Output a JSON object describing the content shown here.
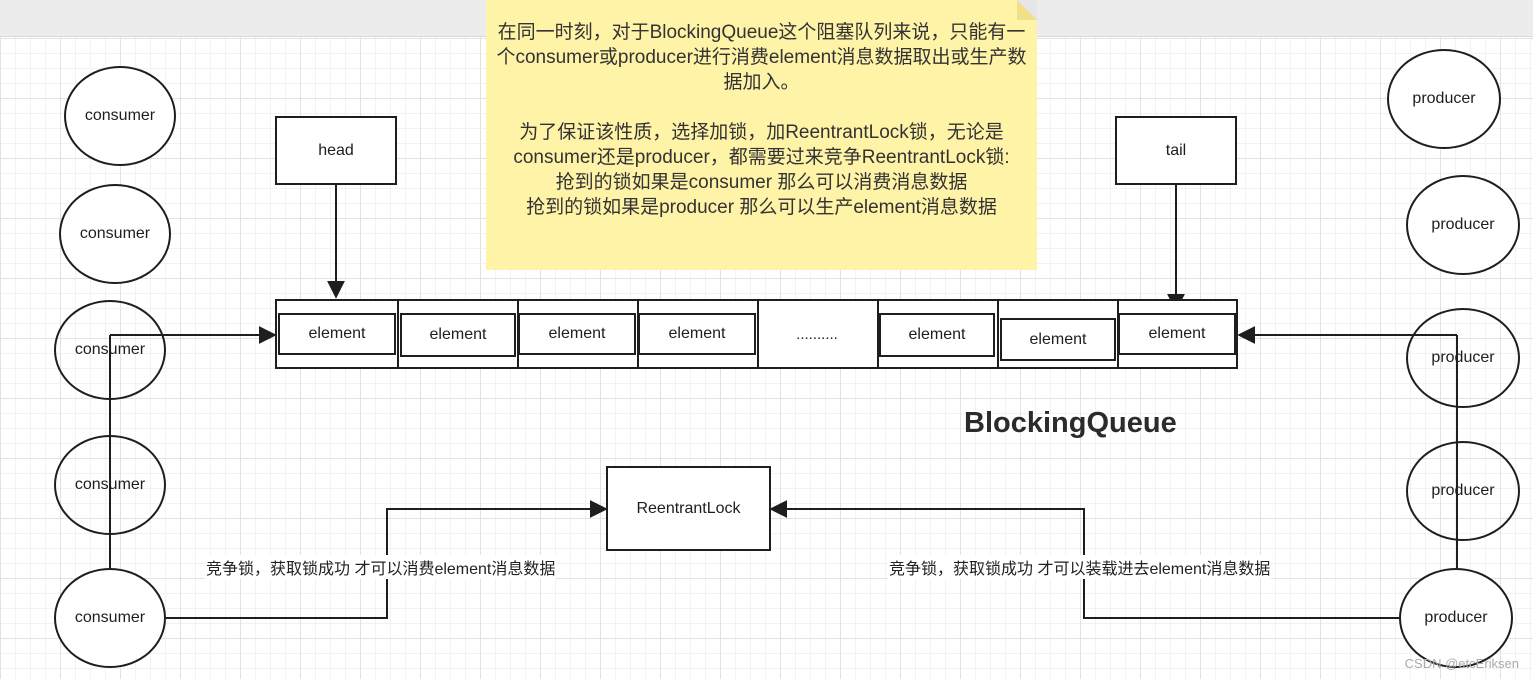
{
  "note": {
    "line1": "在同一时刻，对于BlockingQueue这个阻塞队列来说，只能有一个consumer或producer进行消费element消息数据取出或生产数据加入。",
    "line2": "为了保证该性质，选择加锁，加ReentrantLock锁，无论是consumer还是producer，都需要过来竞争ReentrantLock锁:",
    "line3": "抢到的锁如果是consumer 那么可以消费消息数据",
    "line4": "抢到的锁如果是producer 那么可以生产element消息数据"
  },
  "head_label": "head",
  "tail_label": "tail",
  "queue": {
    "title": "BlockingQueue",
    "elements": [
      "element",
      "element",
      "element",
      "element",
      "..........",
      "element",
      "element",
      "element"
    ]
  },
  "consumers": [
    "consumer",
    "consumer",
    "consumer",
    "consumer",
    "consumer"
  ],
  "producers": [
    "producer",
    "producer",
    "producer",
    "producer",
    "producer"
  ],
  "lock_label": "ReentrantLock",
  "edge_labels": {
    "consumer_side": "竞争锁，获取锁成功 才可以消费element消息数据",
    "producer_side": "竞争锁，获取锁成功 才可以装载进去element消息数据"
  },
  "watermark": "CSDN @etcEriksen"
}
